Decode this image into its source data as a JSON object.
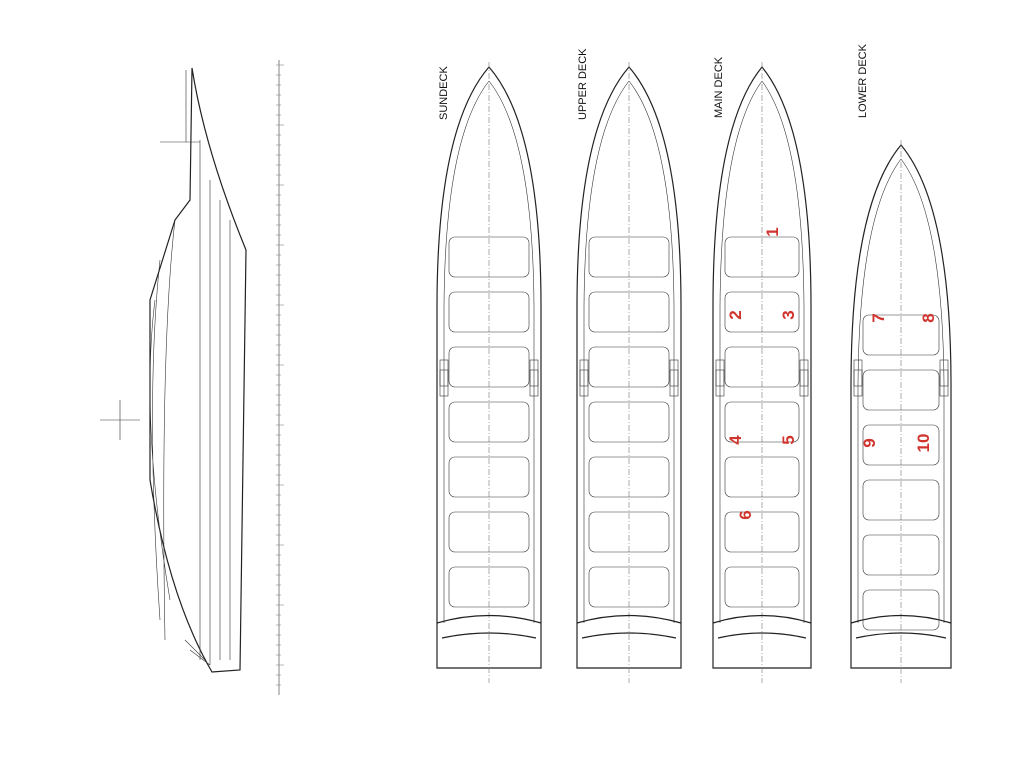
{
  "decks": [
    {
      "id": "sundeck",
      "label": "SUNDECK"
    },
    {
      "id": "upper",
      "label": "UPPER DECK"
    },
    {
      "id": "main",
      "label": "MAIN DECK"
    },
    {
      "id": "lower",
      "label": "LOWER DECK"
    }
  ],
  "cabins": [
    "1",
    "2",
    "3",
    "4",
    "5",
    "6",
    "7",
    "8",
    "9",
    "10"
  ],
  "colors": {
    "cabin_number": "#d0342c",
    "line": "#222222"
  }
}
